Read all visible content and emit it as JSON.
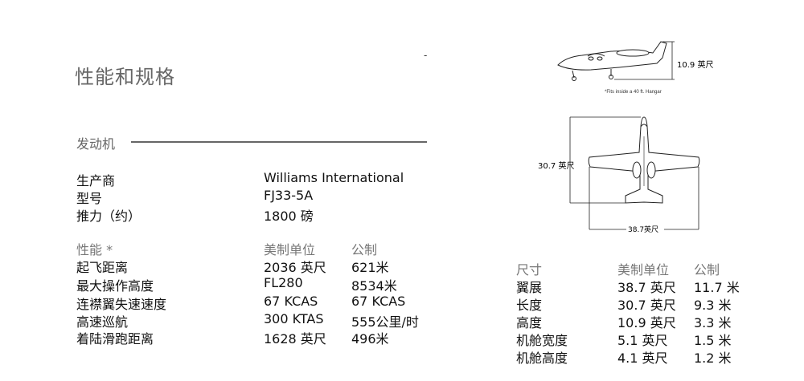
{
  "page": {
    "title": "性能和规格",
    "mark": "-"
  },
  "engine": {
    "section_label": "发动机",
    "rows": [
      {
        "label": "生产商",
        "value": "Williams International"
      },
      {
        "label": "型号",
        "value": "FJ33-5A"
      },
      {
        "label": "推力（约）",
        "value": "1800 磅"
      }
    ]
  },
  "performance": {
    "header_label": "性能 *",
    "header_us": "美制单位",
    "header_metric": "公制",
    "rows": [
      {
        "label": "起飞距离",
        "us": "2036 英尺",
        "metric": "621米"
      },
      {
        "label": "最大操作高度",
        "us": "FL280",
        "metric": "8534米"
      },
      {
        "label": "连襟翼失速速度",
        "us": "67 KCAS",
        "metric": "67 KCAS"
      },
      {
        "label": "高速巡航",
        "us": "300 KTAS",
        "metric": "555公里/时"
      },
      {
        "label": "着陆滑跑距离",
        "us": "1628 英尺",
        "metric": "496米"
      }
    ]
  },
  "dimensions": {
    "header_label": "尺寸",
    "header_us": "美制单位",
    "header_metric": "公制",
    "rows": [
      {
        "label": "翼展",
        "us": "38.7 英尺",
        "metric": "11.7 米"
      },
      {
        "label": "长度",
        "us": "30.7 英尺",
        "metric": "9.3 米"
      },
      {
        "label": "高度",
        "us": "10.9 英尺",
        "metric": "3.3 米"
      },
      {
        "label": "机舱宽度",
        "us": "5.1 英尺",
        "metric": "1.5 米"
      },
      {
        "label": "机舱高度",
        "us": "4.1 英尺",
        "metric": "1.2 米"
      }
    ]
  },
  "diagram": {
    "height_label": "10.9 英尺",
    "hangar_note": "*Fits inside a 40 ft. Hangar",
    "length_label": "30.7 英尺",
    "span_label": "38.7英尺"
  }
}
